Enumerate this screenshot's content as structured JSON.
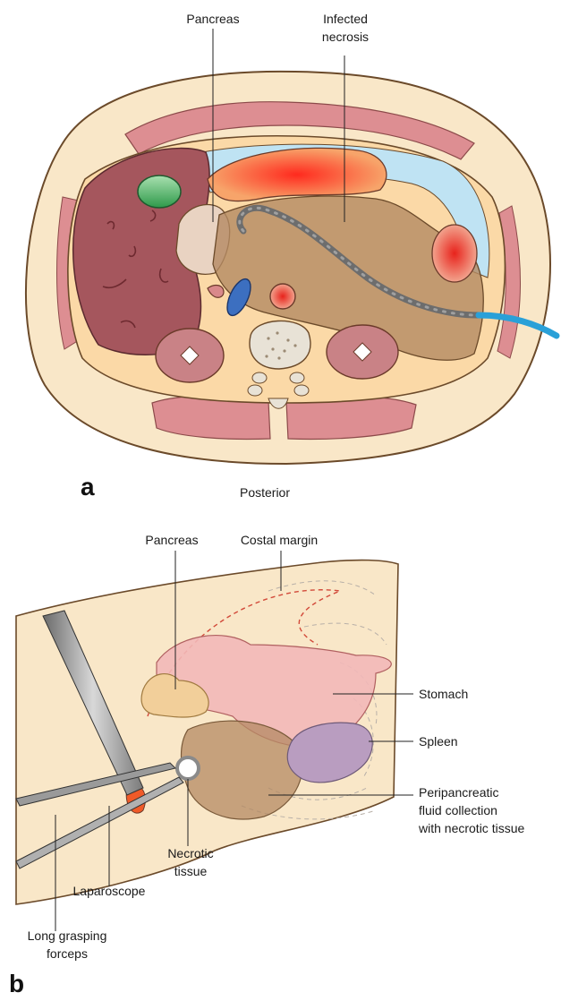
{
  "panel_a": {
    "letter": "a",
    "labels": {
      "pancreas": "Pancreas",
      "infected_necrosis_line1": "Infected",
      "infected_necrosis_line2": "necrosis",
      "posterior": "Posterior"
    }
  },
  "panel_b": {
    "letter": "b",
    "labels": {
      "pancreas": "Pancreas",
      "costal_margin": "Costal margin",
      "stomach": "Stomach",
      "spleen": "Spleen",
      "fluid_line1": "Peripancreatic",
      "fluid_line2": "fluid collection",
      "fluid_line3": "with necrotic tissue",
      "necrotic_line1": "Necrotic",
      "necrotic_line2": "tissue",
      "laparoscope": "Laparoscope",
      "forceps_line1": "Long grasping",
      "forceps_line2": "forceps"
    }
  },
  "colors": {
    "skin": "#f9e7c8",
    "body_outline": "#6b4a2a",
    "muscle": "#dd8e92",
    "liver": "#a5565d",
    "peritoneum_fluid": "#bfe3f3",
    "necrosis_brown": "#b48a63",
    "stomach_red": "#e0362e",
    "gallbladder": "#3daa5a",
    "vena_cava": "#3c6fc0",
    "drain_blue": "#2aa0d8",
    "spleen_purple": "#b99dc0",
    "stomach_pink": "#f2b8b8",
    "pancreas_tan": "#f2cf9a"
  }
}
